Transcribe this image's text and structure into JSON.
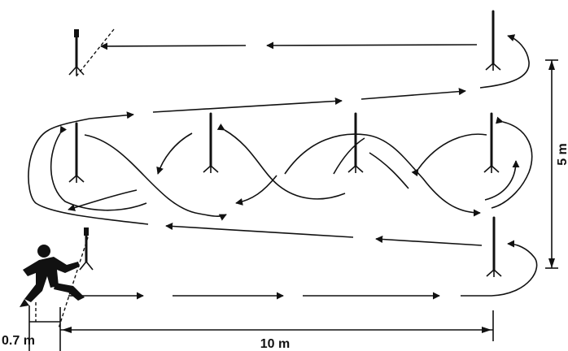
{
  "labels": {
    "start_offset": "0.7 m",
    "course_length": "10 m",
    "course_width": "5 m"
  },
  "colors": {
    "ink": "#111111",
    "background": "#ffffff"
  },
  "icons": [
    "runner-icon",
    "pole-icon",
    "arrow-icon"
  ]
}
